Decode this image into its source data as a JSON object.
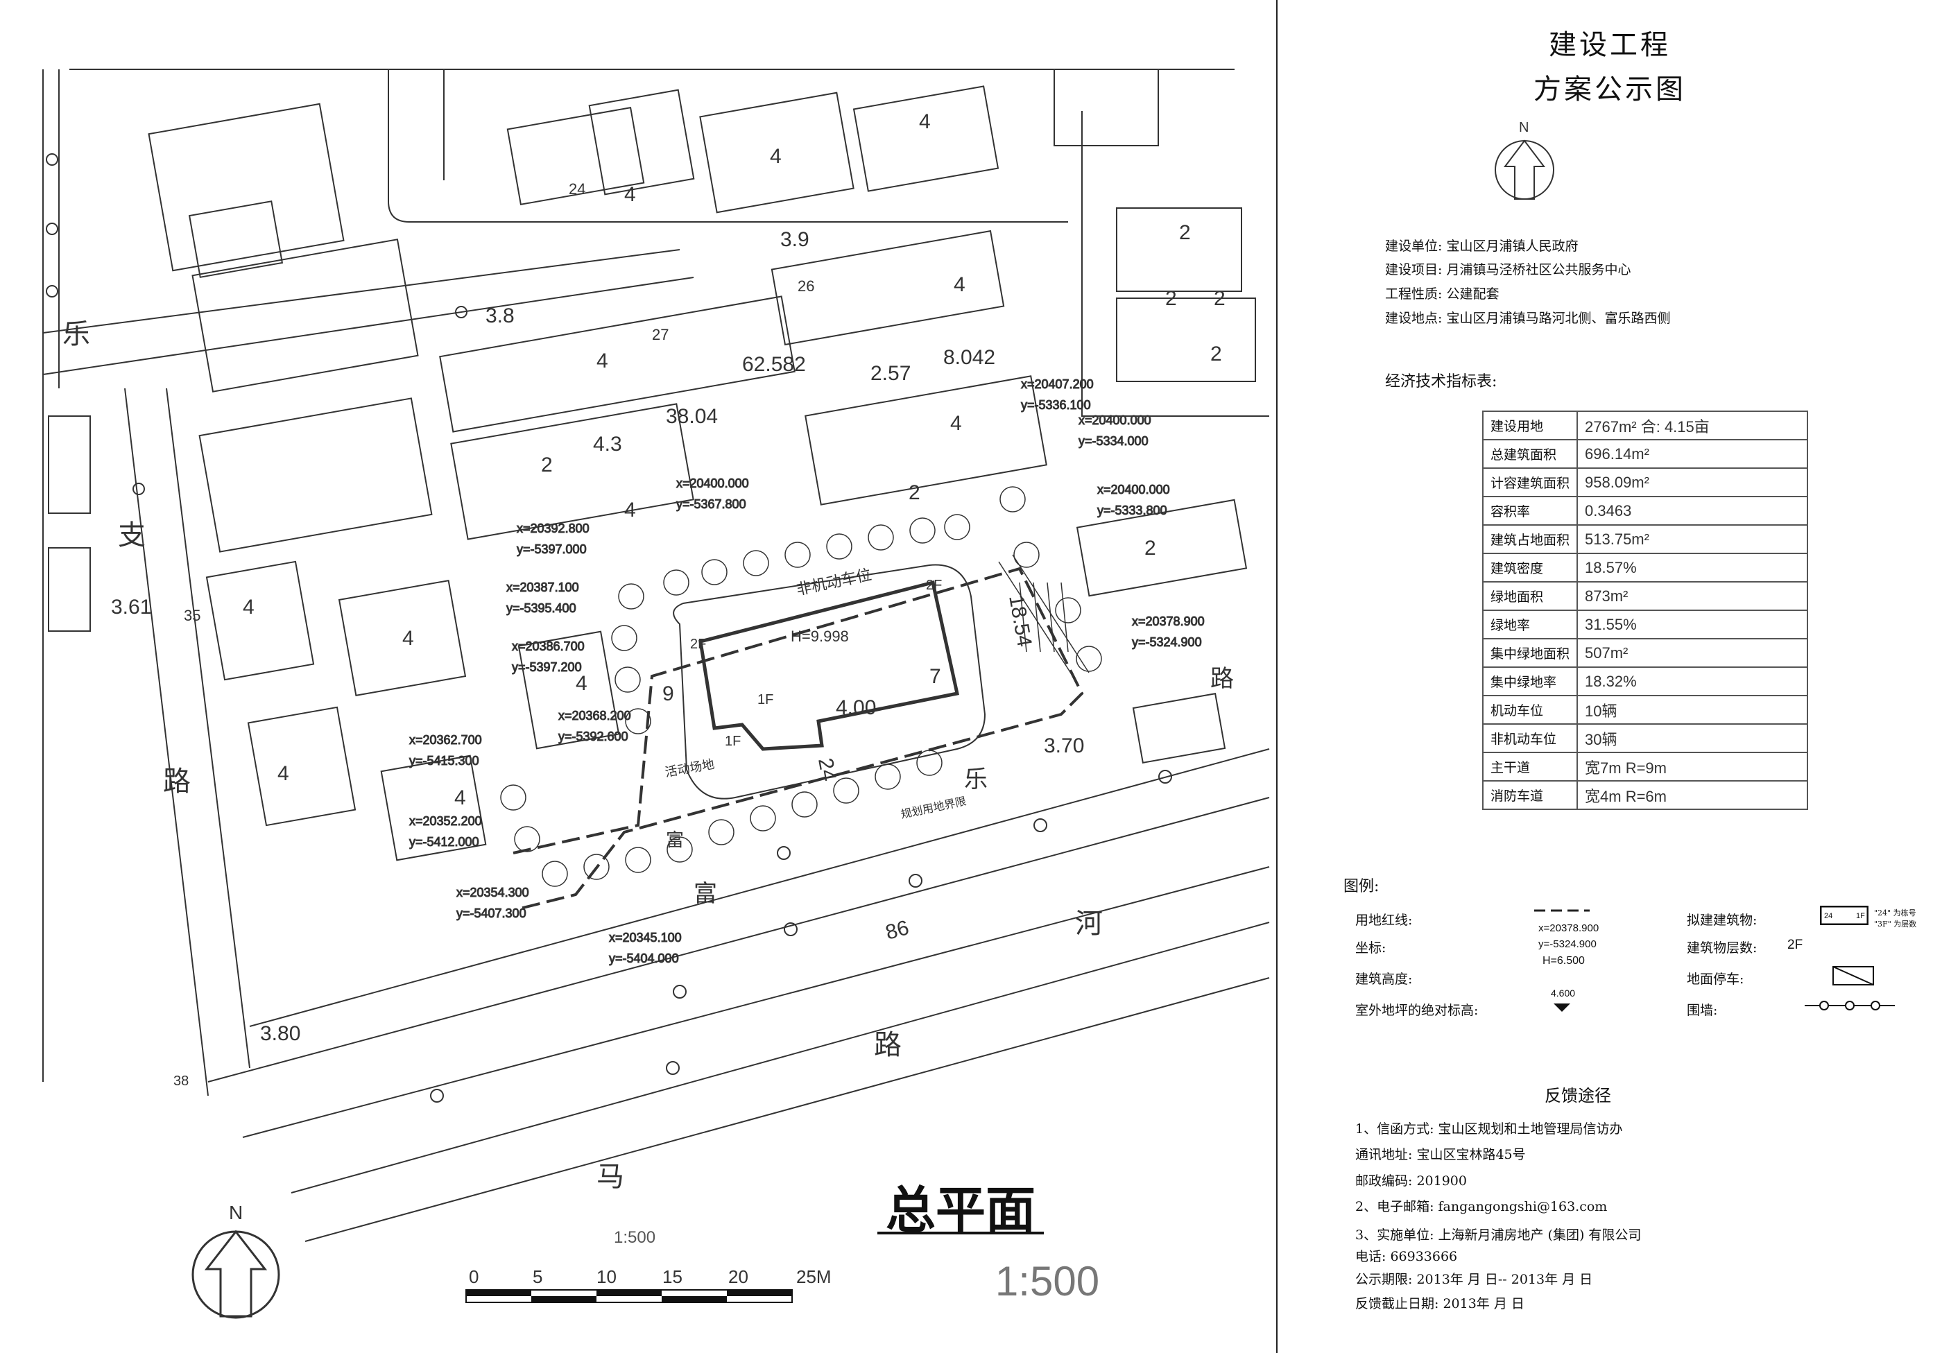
{
  "plan": {
    "title": "总平面",
    "scale_big": "1:500",
    "scale_small": "1:500",
    "north": "N",
    "scalebar_ticks": [
      "0",
      "5",
      "10",
      "15",
      "20",
      "25M"
    ],
    "roads": {
      "zhi": "支",
      "lu": "路",
      "le": "乐",
      "fu": "富",
      "he": "河",
      "ma": "马",
      "lu2": "路",
      "le2": "乐",
      "fu2": "富",
      "lu3": "路"
    },
    "building_numbers": [
      "4",
      "4",
      "4",
      "4",
      "4",
      "4",
      "4",
      "4",
      "4",
      "4",
      "4",
      "4",
      "2",
      "2",
      "2",
      "2",
      "2",
      "2",
      "2"
    ],
    "building_ids": [
      "24",
      "26",
      "27",
      "35"
    ],
    "elevations": [
      "3.9",
      "3.8",
      "3.61",
      "3.80",
      "3.70",
      "38"
    ],
    "dims": [
      "62.582",
      "38.04",
      "2.57",
      "8.042",
      "4.3",
      "18.54",
      "24",
      "86",
      "9",
      "7"
    ],
    "proposed": {
      "height": "H=9.998",
      "elev": "4.00",
      "label_2f": "2F",
      "label_1f_a": "1F",
      "label_1f_b": "1F",
      "label_2f_b": "2F",
      "path_text": "非机动车位",
      "activity": "活动场地",
      "boundary": "规划用地界限"
    },
    "coords": [
      "x=20407.200",
      "y=-5336.100",
      "x=20400.000",
      "y=-5334.000",
      "x=20400.000",
      "y=-5333.800",
      "x=20400.000",
      "y=-5367.800",
      "x=20392.800",
      "y=-5397.000",
      "x=20387.100",
      "y=-5395.400",
      "x=20386.700",
      "y=-5397.200",
      "x=20368.200",
      "y=-5392.600",
      "x=20362.700",
      "y=-5415.300",
      "x=20352.200",
      "y=-5412.000",
      "x=20354.300",
      "y=-5407.300",
      "x=20345.100",
      "y=-5404.000",
      "x=20378.900",
      "y=-5324.900"
    ]
  },
  "panel": {
    "title_line1": "建设工程",
    "title_line2": "方案公示图",
    "north": "N",
    "info": [
      "建设单位: 宝山区月浦镇人民政府",
      "建设项目: 月浦镇马泾桥社区公共服务中心",
      "工程性质: 公建配套",
      "建设地点: 宝山区月浦镇马路河北侧、富乐路西侧"
    ],
    "table_title": "经济技术指标表:",
    "table": [
      {
        "k": "建设用地",
        "v": "2767m² 合: 4.15亩"
      },
      {
        "k": "总建筑面积",
        "v": "696.14m²"
      },
      {
        "k": "计容建筑面积",
        "v": "958.09m²"
      },
      {
        "k": "容积率",
        "v": "0.3463"
      },
      {
        "k": "建筑占地面积",
        "v": "513.75m²"
      },
      {
        "k": "建筑密度",
        "v": "18.57%"
      },
      {
        "k": "绿地面积",
        "v": "873m²"
      },
      {
        "k": "绿地率",
        "v": "31.55%"
      },
      {
        "k": "集中绿地面积",
        "v": "507m²"
      },
      {
        "k": "集中绿地率",
        "v": "18.32%"
      },
      {
        "k": "机动车位",
        "v": "10辆"
      },
      {
        "k": "非机动车位",
        "v": "30辆"
      },
      {
        "k": "主干道",
        "v": "宽7m     R=9m"
      },
      {
        "k": "消防车道",
        "v": "宽4m     R=6m"
      }
    ],
    "legend_title": "图例:",
    "legend": {
      "redline": "用地红线:",
      "coord": "坐标:",
      "coord_x": "x=20378.900",
      "coord_y": "y=-5324.900",
      "height": "建筑高度:",
      "height_val": "H=6.500",
      "elev": "室外地坪的绝对标高:",
      "elev_val": "4.600",
      "proposed": "拟建建筑物:",
      "proposed_note1": "\"24\" 为栋号",
      "proposed_note2": "\"3F\" 为层数",
      "proposed_box_left": "24",
      "proposed_box_right": "1F",
      "floors": "建筑物层数:",
      "floors_val": "2F",
      "parking": "地面停车:",
      "wall": "围墙:"
    },
    "feedback_title": "反馈途径",
    "feedback": [
      "1、信函方式: 宝山区规划和土地管理局信访办",
      "通讯地址:  宝山区宝林路45号",
      "邮政编码:  201900",
      "2、电子邮箱:  fangangongshi@163.com",
      "3、实施单位:  上海新月浦房地产 (集团) 有限公司",
      "电话: 66933666",
      "公示期限:         2013年   月   日-- 2013年   月   日",
      "反馈截止日期:              2013年   月   日"
    ]
  }
}
